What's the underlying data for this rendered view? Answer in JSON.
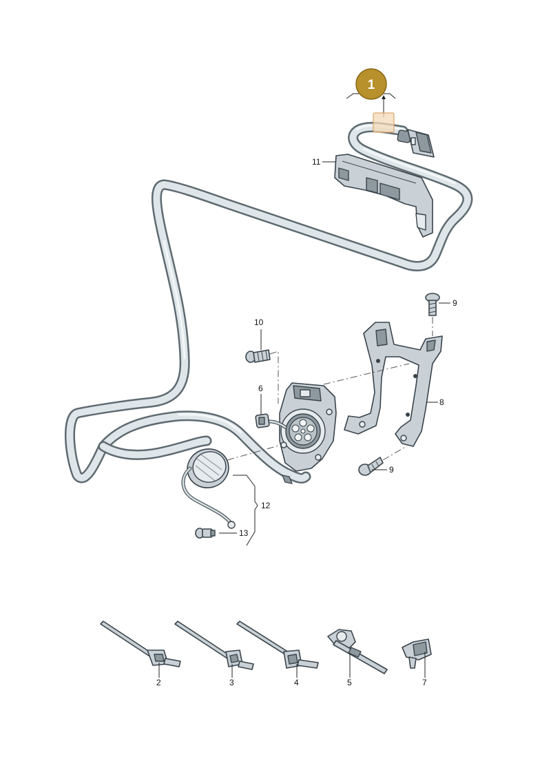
{
  "badge": {
    "label": "1",
    "fill": "#b8902c",
    "highlight_fill": "#f3d9b8"
  },
  "callouts": {
    "c2": "2",
    "c3": "3",
    "c4": "4",
    "c5": "5",
    "c6": "6",
    "c7": "7",
    "c8": "8",
    "c9a": "9",
    "c9b": "9",
    "c10": "10",
    "c11": "11",
    "c12": "12",
    "c13": "13"
  }
}
